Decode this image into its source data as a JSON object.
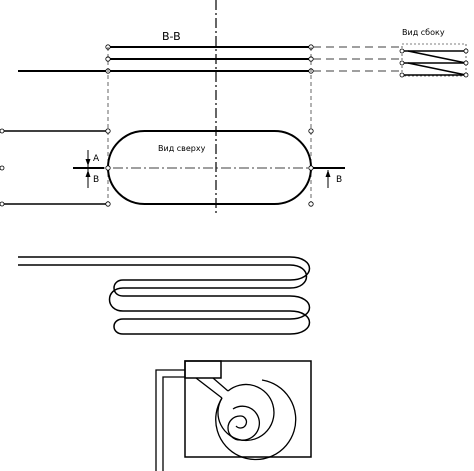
{
  "labels": {
    "section_title": "B-B",
    "side_view": "Вид сбоку",
    "top_view": "Вид сверху",
    "marker_a": "A",
    "marker_b_left": "B",
    "marker_b_right": "B"
  }
}
